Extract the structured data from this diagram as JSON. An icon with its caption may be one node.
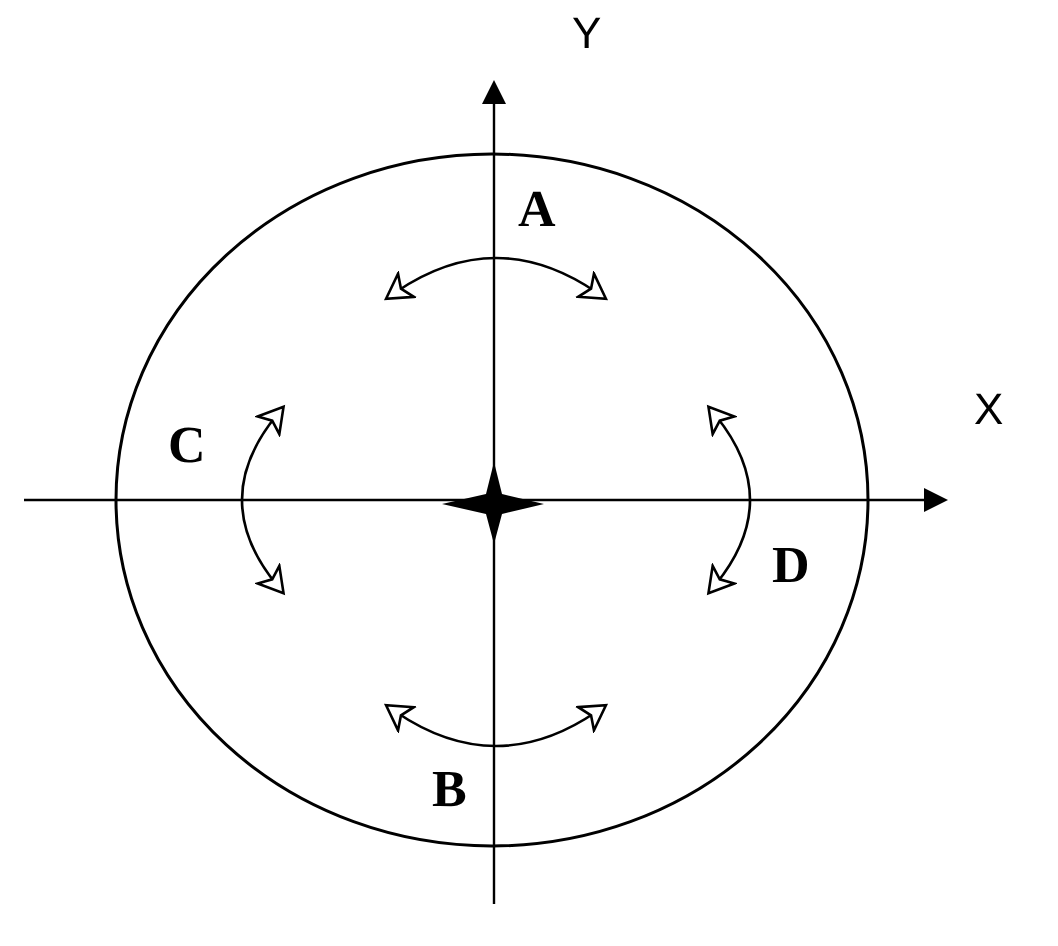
{
  "diagram": {
    "labels": [
      "Y",
      "A",
      "X",
      "C",
      "D",
      "B"
    ]
  }
}
